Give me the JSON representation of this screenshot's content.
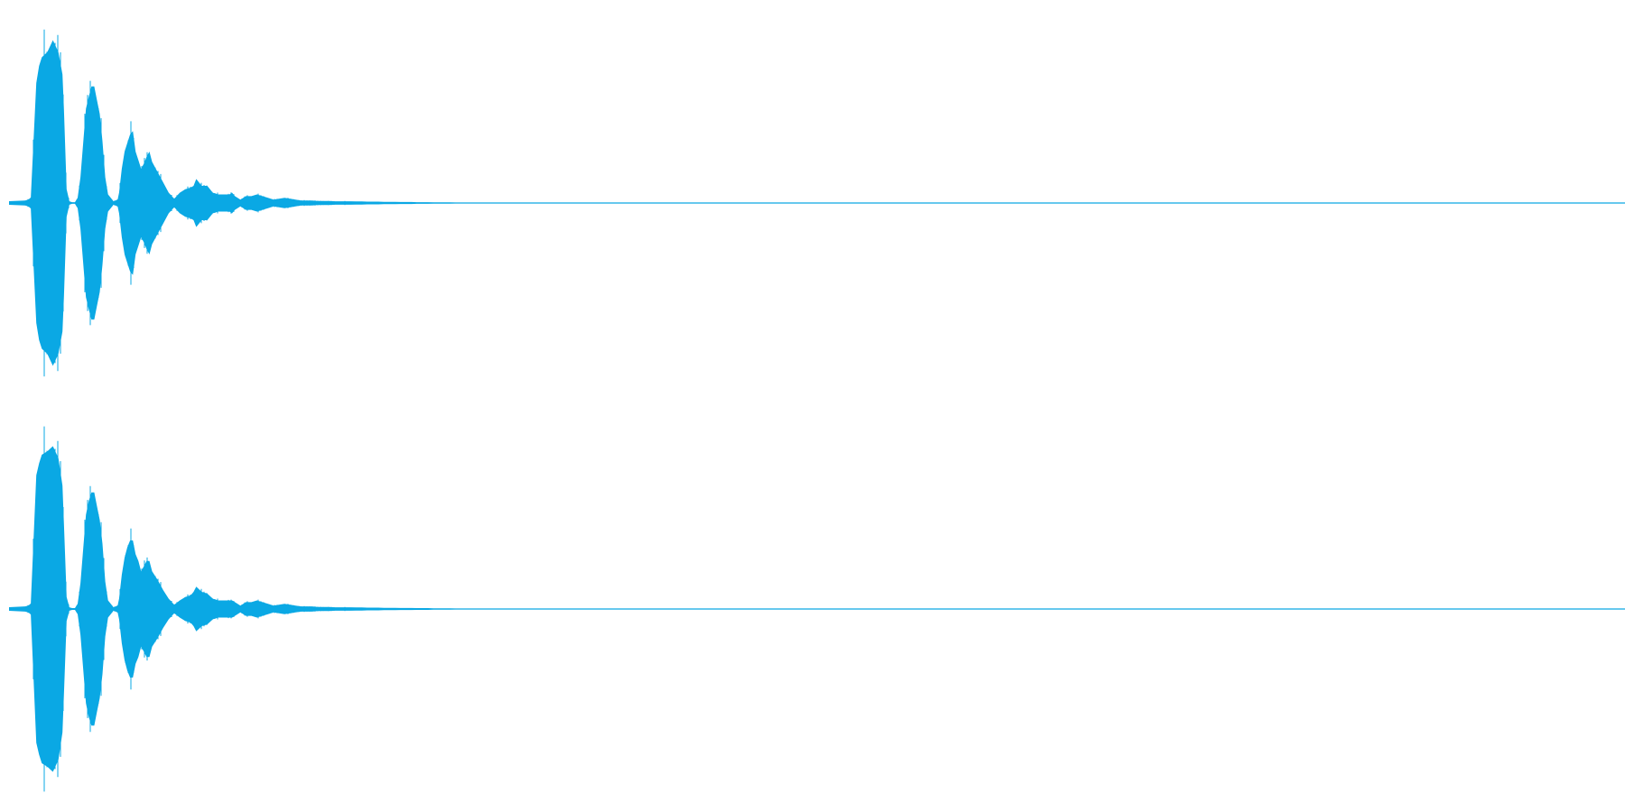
{
  "colors": {
    "background": "#ffffff",
    "waveform": "#0aa8e4"
  },
  "chart_data": {
    "type": "area",
    "title": "",
    "xlabel": "",
    "ylabel": "",
    "grid": false,
    "legend": "none",
    "ylim": [
      -1,
      1
    ],
    "x": [
      0.0,
      0.1,
      0.2,
      0.4,
      0.5,
      0.6,
      0.8,
      1.0,
      1.2,
      1.35,
      1.4,
      1.5,
      1.6,
      1.7,
      1.75,
      1.8,
      1.9,
      2.0,
      2.2,
      2.3,
      2.4,
      2.5,
      2.6,
      2.7,
      2.8,
      2.9,
      3.0,
      3.2,
      3.35,
      3.4,
      3.5,
      3.6,
      3.7,
      3.8,
      3.9,
      4.0,
      4.1,
      4.2,
      4.3,
      4.4,
      4.5,
      4.6,
      4.8,
      5.0,
      5.2,
      5.4,
      5.6,
      5.8,
      6.0,
      6.1,
      6.2,
      6.4,
      6.6,
      6.8,
      7.0,
      7.2,
      7.4,
      7.5,
      7.6,
      7.8,
      8.0,
      8.2,
      8.4,
      8.6,
      8.8,
      9.0,
      9.2,
      9.4,
      9.6,
      9.8,
      10.0,
      10.2,
      10.4,
      10.6,
      10.8,
      11.0,
      11.2,
      11.4,
      11.6,
      11.8,
      12.0,
      12.2,
      12.4,
      12.6,
      12.8,
      13.0,
      13.2,
      13.4,
      13.6,
      13.8,
      14.0,
      14.2,
      14.4,
      14.6,
      14.8,
      15.0,
      15.2,
      15.4,
      15.6,
      15.8,
      16.0,
      16.5,
      17.0,
      18.0,
      20.0,
      25.0,
      30.0,
      35.0,
      40.0,
      45.0,
      50.0,
      55.0,
      58.0
    ],
    "series": [
      {
        "channel": 1,
        "values": [
          0.015,
          0.02,
          0.03,
          0.7,
          0.8,
          0.85,
          0.88,
          0.95,
          0.88,
          0.75,
          0.55,
          0.08,
          0.01,
          0.005,
          0.005,
          0.005,
          0.03,
          0.15,
          0.55,
          0.62,
          0.68,
          0.68,
          0.6,
          0.52,
          0.36,
          0.15,
          0.05,
          0.01,
          0.02,
          0.06,
          0.2,
          0.3,
          0.35,
          0.4,
          0.42,
          0.3,
          0.25,
          0.2,
          0.23,
          0.27,
          0.3,
          0.24,
          0.18,
          0.12,
          0.06,
          0.025,
          0.06,
          0.08,
          0.09,
          0.1,
          0.14,
          0.1,
          0.1,
          0.06,
          0.05,
          0.05,
          0.05,
          0.06,
          0.04,
          0.02,
          0.04,
          0.04,
          0.05,
          0.04,
          0.03,
          0.02,
          0.025,
          0.03,
          0.025,
          0.02,
          0.015,
          0.015,
          0.015,
          0.012,
          0.012,
          0.012,
          0.01,
          0.01,
          0.01,
          0.01,
          0.009,
          0.009,
          0.008,
          0.008,
          0.008,
          0.007,
          0.007,
          0.007,
          0.006,
          0.006,
          0.006,
          0.005,
          0.005,
          0.005,
          0.004,
          0.004,
          0.004,
          0.004,
          0.003,
          0.003,
          0.003,
          0.002,
          0.002,
          0.001,
          0.0008,
          0.0006,
          0.0005,
          0.0005,
          0.0005,
          0.0005,
          0.0005,
          0.0005,
          0.0005
        ]
      },
      {
        "channel": 2,
        "values": [
          0.015,
          0.02,
          0.03,
          0.78,
          0.85,
          0.9,
          0.92,
          0.95,
          0.88,
          0.72,
          0.5,
          0.07,
          0.01,
          0.005,
          0.005,
          0.005,
          0.03,
          0.15,
          0.55,
          0.63,
          0.68,
          0.68,
          0.6,
          0.52,
          0.38,
          0.16,
          0.05,
          0.01,
          0.02,
          0.06,
          0.2,
          0.3,
          0.36,
          0.4,
          0.4,
          0.32,
          0.28,
          0.22,
          0.25,
          0.28,
          0.28,
          0.22,
          0.17,
          0.11,
          0.06,
          0.025,
          0.05,
          0.07,
          0.08,
          0.1,
          0.13,
          0.1,
          0.09,
          0.06,
          0.05,
          0.05,
          0.05,
          0.05,
          0.04,
          0.02,
          0.04,
          0.04,
          0.05,
          0.04,
          0.03,
          0.02,
          0.025,
          0.03,
          0.025,
          0.02,
          0.015,
          0.015,
          0.015,
          0.012,
          0.012,
          0.012,
          0.01,
          0.01,
          0.01,
          0.01,
          0.009,
          0.009,
          0.008,
          0.008,
          0.008,
          0.007,
          0.007,
          0.007,
          0.006,
          0.006,
          0.006,
          0.005,
          0.005,
          0.005,
          0.004,
          0.004,
          0.004,
          0.004,
          0.003,
          0.003,
          0.003,
          0.002,
          0.002,
          0.001,
          0.0008,
          0.0006,
          0.0005,
          0.0005,
          0.0005,
          0.0005,
          0.0005,
          0.0005,
          0.0005
        ]
      }
    ]
  }
}
